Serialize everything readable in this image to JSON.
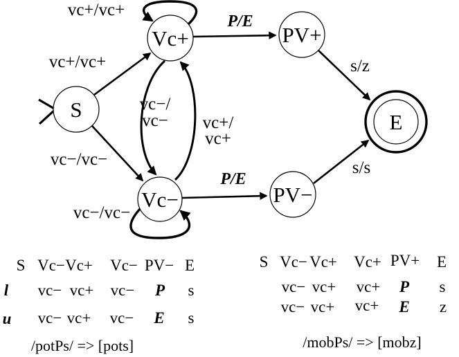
{
  "figure": {
    "states": {
      "start": "S",
      "vc_plus": "Vc+",
      "vc_minus": "Vc−",
      "pv_plus": "PV+",
      "pv_minus": "PV−",
      "end": "E"
    },
    "edge_labels": {
      "vc_plus_self": "vc+/vc+",
      "start_to_vc_plus": "vc+/vc+",
      "start_to_vc_minus": "vc−/vc−",
      "vc_minus_self": "vc−/vc−",
      "vc_plus_to_vc_minus_l1": "vc−/",
      "vc_plus_to_vc_minus_l2": "vc−",
      "vc_minus_to_vc_plus_l1": "vc+/",
      "vc_minus_to_vc_plus_l2": "vc+",
      "vc_plus_to_pv_plus": "P/E",
      "vc_minus_to_pv_minus": "P/E",
      "pv_plus_to_end": "s/z",
      "pv_minus_to_end": "s/s"
    }
  },
  "left_table": {
    "row_labels": {
      "lexical": "l",
      "surface": "u"
    },
    "states": [
      "S",
      "Vc−",
      "Vc+",
      "Vc−",
      "PV−",
      "E"
    ],
    "lexical": [
      "vc−",
      "vc+",
      "vc−",
      "P",
      "s"
    ],
    "surface": [
      "vc−",
      "vc+",
      "vc−",
      "E",
      "s"
    ],
    "caption": "/potPs/ => [pots]"
  },
  "right_table": {
    "states": [
      "S",
      "Vc−",
      "Vc+",
      "Vc+",
      "PV+",
      "E"
    ],
    "lexical": [
      "vc−",
      "vc+",
      "vc+",
      "P",
      "s"
    ],
    "surface": [
      "vc−",
      "vc+",
      "vc+",
      "E",
      "z"
    ],
    "caption": "/mobPs/ => [mobz]"
  }
}
